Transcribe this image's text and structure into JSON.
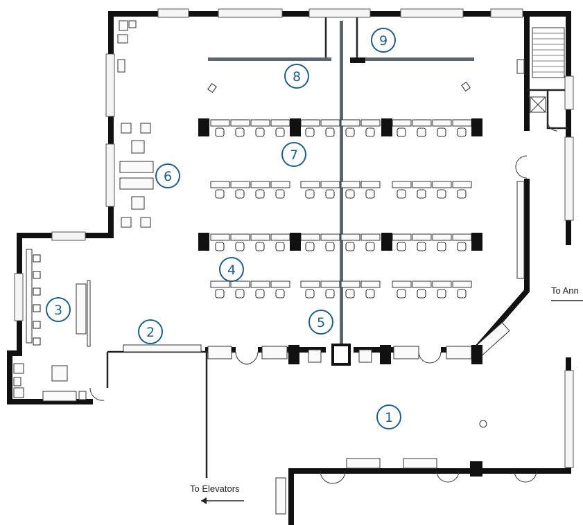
{
  "callouts": [
    "1",
    "2",
    "3",
    "4",
    "5",
    "6",
    "7",
    "8",
    "9"
  ],
  "labels": {
    "to_elevators": "To Elevators",
    "to_annex": "To Ann"
  },
  "colors": {
    "wall": "#111111",
    "callout": "#1d5e86",
    "partition": "#5b6770"
  },
  "icons": [
    "arrow-left-icon"
  ]
}
